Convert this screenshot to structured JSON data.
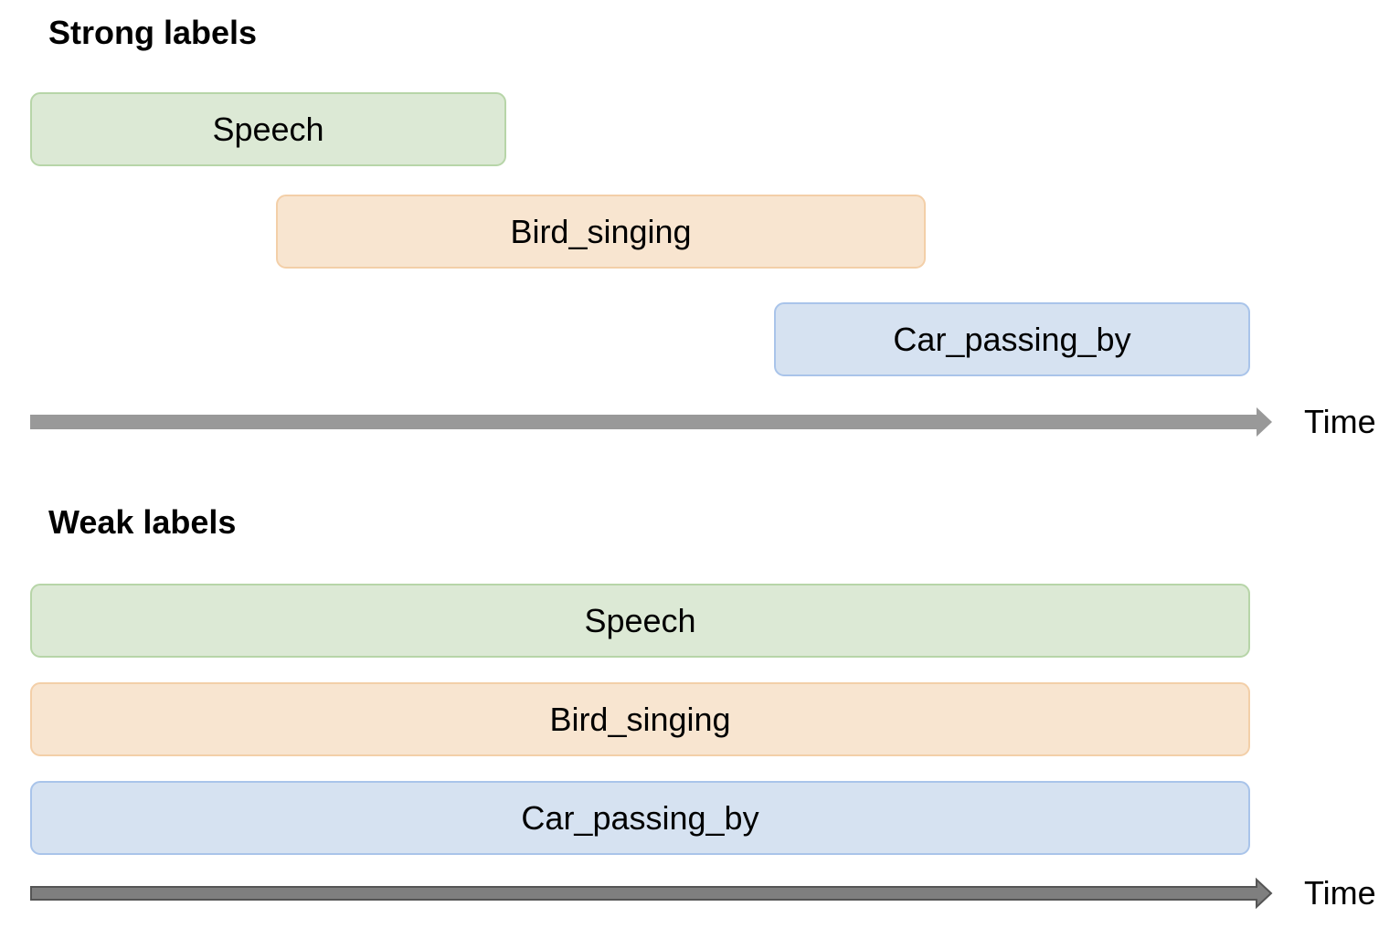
{
  "strong": {
    "title": "Strong labels",
    "bars": [
      {
        "label": "Speech",
        "kind": "speech"
      },
      {
        "label": "Bird_singing",
        "kind": "bird"
      },
      {
        "label": "Car_passing_by",
        "kind": "car"
      }
    ],
    "axis_label": "Time"
  },
  "weak": {
    "title": "Weak labels",
    "bars": [
      {
        "label": "Speech",
        "kind": "speech"
      },
      {
        "label": "Bird_singing",
        "kind": "bird"
      },
      {
        "label": "Car_passing_by",
        "kind": "car"
      }
    ],
    "axis_label": "Time"
  },
  "colors": {
    "speech_fill": "#dce9d5",
    "speech_border": "#b7d5a8",
    "bird_fill": "#f8e5d0",
    "bird_border": "#f3cfa8",
    "car_fill": "#d6e2f1",
    "car_border": "#a9c4ea",
    "axis_strong": "#999999",
    "axis_weak": "#7f7f7f",
    "axis_weak_outline": "#555555"
  }
}
